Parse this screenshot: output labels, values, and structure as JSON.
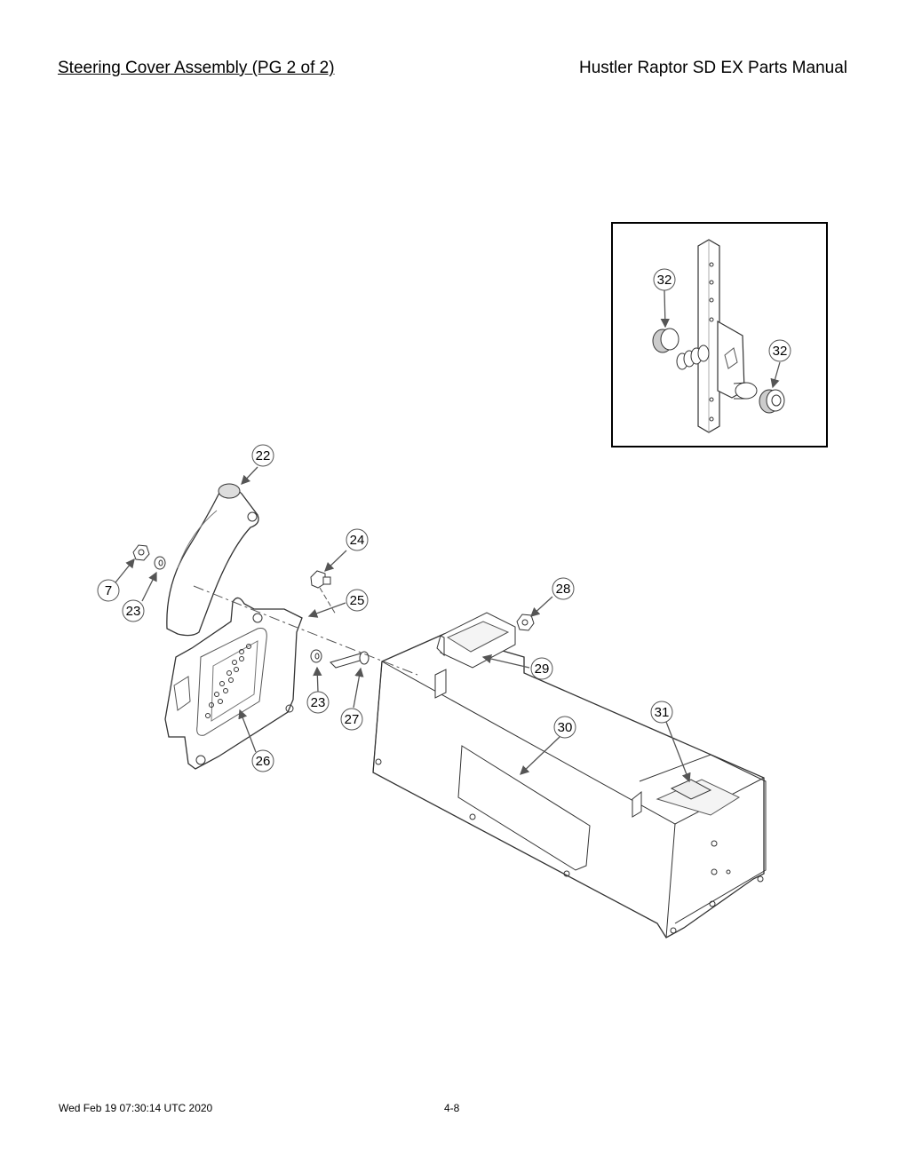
{
  "header": {
    "title": "Steering Cover Assembly (PG 2 of 2)",
    "manual": "Hustler Raptor SD EX Parts Manual"
  },
  "footer": {
    "timestamp": "Wed Feb 19 07:30:14 UTC 2020",
    "page_number": "4-8"
  },
  "callouts": {
    "c7": "7",
    "c22": "22",
    "c23a": "23",
    "c23b": "23",
    "c24": "24",
    "c25": "25",
    "c26": "26",
    "c27": "27",
    "c28": "28",
    "c29": "29",
    "c30": "30",
    "c31": "31",
    "c32a": "32",
    "c32b": "32"
  }
}
